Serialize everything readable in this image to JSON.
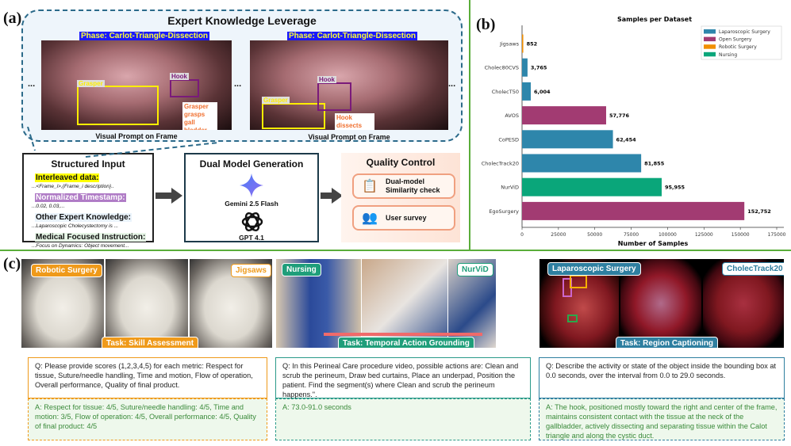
{
  "panel_a": {
    "label": "(a)",
    "title": "Expert Knowledge Leverage",
    "frames": [
      {
        "phase": "Phase: Carlot-Triangle-Dissection",
        "tags": [
          "Grasper",
          "Hook"
        ],
        "note": "Grasper grasps gall bladder",
        "caption": "Visual Prompt on Frame"
      },
      {
        "phase": "Phase: Carlot-Triangle-Dissection",
        "tags": [
          "Grasper",
          "Hook"
        ],
        "note": "Hook dissects peritoneum",
        "caption": "Visual Prompt on Frame"
      }
    ],
    "ellipsis": "...",
    "structured_input": {
      "title": "Structured Input",
      "items": [
        {
          "heading": "Interleaved data:",
          "sub": "...<Frame_i>,{Frame_i description}..",
          "color": "#ffff00"
        },
        {
          "heading": "Normalized Timestamp:",
          "sub": "...0.02, 0.03,...",
          "color": "#b07cc6"
        },
        {
          "heading": "Other Expert Knowledge:",
          "sub": "...Laparoscopic Cholecystectomy is ...",
          "color": "#eaf3fb"
        },
        {
          "heading": "Medical Focused Instruction:",
          "sub": "...Focus on Dynamics: Object movement...",
          "color": "#e6f5e6"
        }
      ]
    },
    "dual_model": {
      "title": "Dual Model Generation",
      "models": [
        "Gemini 2.5 Flash",
        "GPT 4.1"
      ]
    },
    "quality_control": {
      "title": "Quality Control",
      "items": [
        "Dual-model Similarity check",
        "User survey"
      ]
    }
  },
  "panel_b": {
    "label": "(b)"
  },
  "chart_data": {
    "type": "bar",
    "orientation": "horizontal",
    "title": "Samples per Dataset",
    "xlabel": "Number of Samples",
    "ylabel": "",
    "xlim": [
      0,
      175000
    ],
    "xticks": [
      "0",
      "25000",
      "50000",
      "75000",
      "100000",
      "125000",
      "150000",
      "175000"
    ],
    "categories": [
      "Jigsaws",
      "Cholec80CVS",
      "CholecT50",
      "AVOS",
      "CoPESD",
      "CholecTrack20",
      "NurViD",
      "EgoSurgery"
    ],
    "values": [
      852,
      3765,
      6004,
      57776,
      62454,
      81855,
      95955,
      152752
    ],
    "value_labels": [
      "852",
      "3,765",
      "6,004",
      "57,776",
      "62,454",
      "81,855",
      "95,955",
      "152,752"
    ],
    "groups": [
      "Robotic Surgery",
      "Laparoscopic Surgery",
      "Laparoscopic Surgery",
      "Open Surgery",
      "Laparoscopic Surgery",
      "Laparoscopic Surgery",
      "Nursing",
      "Open Surgery"
    ],
    "legend": [
      {
        "name": "Laparoscopic Surgery",
        "color": "#2e86ab"
      },
      {
        "name": "Open Surgery",
        "color": "#a23b72"
      },
      {
        "name": "Robotic Surgery",
        "color": "#f18f01"
      },
      {
        "name": "Nursing",
        "color": "#0aa67a"
      }
    ],
    "legend_position": "top-right",
    "grid": false
  },
  "panel_c": {
    "label": "(c)",
    "examples": [
      {
        "category": "Robotic Surgery",
        "dataset": "Jigsaws",
        "task": "Task: Skill Assessment",
        "color": "#ef9a1a",
        "question": "Q: Please provide scores (1,2,3,4,5) for each metric: Respect for tissue, Suture/needle handling, Time and motion, Flow of operation, Overall performance, Quality of final product.",
        "answer": "A: Respect for tissue: 4/5, Suture/needle handling: 4/5, Time and motion: 3/5, Flow of operation: 4/5, Overall performance: 4/5, Quality of final product: 4/5"
      },
      {
        "category": "Nursing",
        "dataset": "NurViD",
        "task": "Task: Temporal Action Grounding",
        "color": "#1f9e7a",
        "question": "Q: In this Perineal Care procedure video, possible actions are: Clean and scrub the perineum, Draw bed curtains, Place an underpad, Position the patient. Find the segment(s) where Clean and scrub the perineum happens.\".",
        "answer": "A: 73.0-91.0 seconds"
      },
      {
        "category": "Laparoscopic Surgery",
        "dataset": "CholecTrack20",
        "task": "Task: Region Captioning",
        "color": "#2e7fa0",
        "question": "Q: Describe the activity or state of the object inside the bounding box at 0.0 seconds, over the interval from 0.0 to 29.0 seconds.",
        "answer": "A: The hook, positioned mostly toward the right and center of the frame, maintains consistent contact with the tissue at the neck of the gallbladder, actively dissecting and separating tissue within the Calot triangle and along the cystic duct."
      }
    ]
  }
}
